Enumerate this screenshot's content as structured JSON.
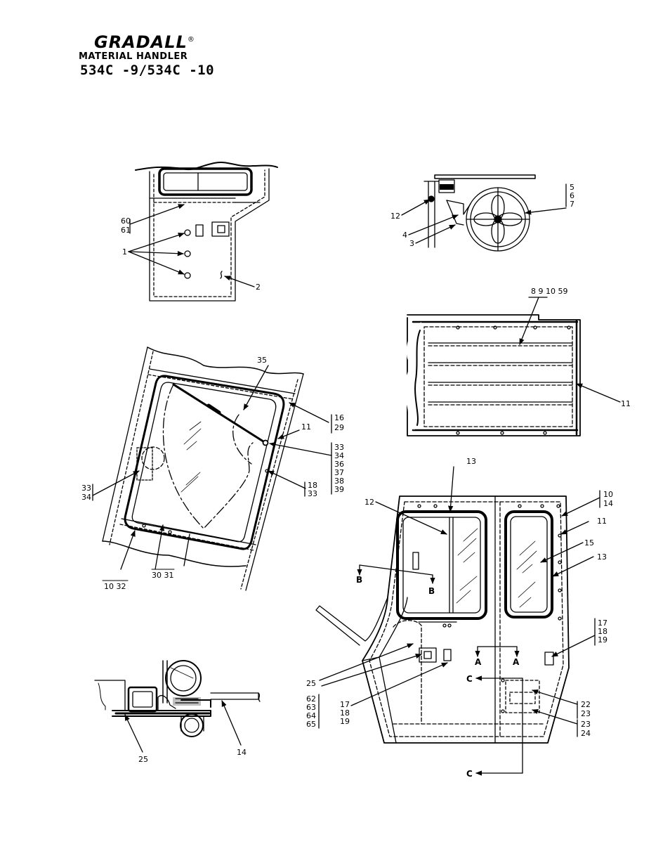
{
  "header": {
    "brand": "GRADALL",
    "registered": "®",
    "subtitle": "MATERIAL HANDLER",
    "model": "534C -9/534C -10"
  },
  "callouts": {
    "door_panel": {
      "c60_61": [
        "60",
        "61"
      ],
      "c1": "1",
      "c2": "2"
    },
    "fan": {
      "c5_7": [
        "5",
        "6",
        "7"
      ],
      "c12": "12",
      "c4": "4",
      "c3": "3"
    },
    "roof": {
      "c8_59": "8  9 10 59",
      "c11": "11"
    },
    "windshield": {
      "c35": "35",
      "c16_29": [
        "16",
        "29"
      ],
      "c11": "11",
      "c33_39": [
        "33",
        "34",
        "36",
        "37",
        "38",
        "39"
      ],
      "c18_33": [
        "18",
        "33"
      ],
      "c33_34": [
        "33",
        "34"
      ],
      "c10_32": "10  32",
      "c30_31": "30  31"
    },
    "section": {
      "c25": "25",
      "c14": "14"
    },
    "cab": {
      "c13_top": "13",
      "c12": "12",
      "c10_14": [
        "10",
        "14"
      ],
      "c11": "11",
      "c15": "15",
      "c13_right": "13",
      "c17_19_right": [
        "17",
        "18",
        "19"
      ],
      "c25": "25",
      "c62_65": [
        "62",
        "63",
        "64",
        "65"
      ],
      "c17_19_left": [
        "17",
        "18",
        "19"
      ],
      "c22_23": [
        "22",
        "23"
      ],
      "c23_24": [
        "23",
        "24"
      ],
      "sec_b": "B",
      "sec_a": "A",
      "sec_c": "C"
    }
  }
}
